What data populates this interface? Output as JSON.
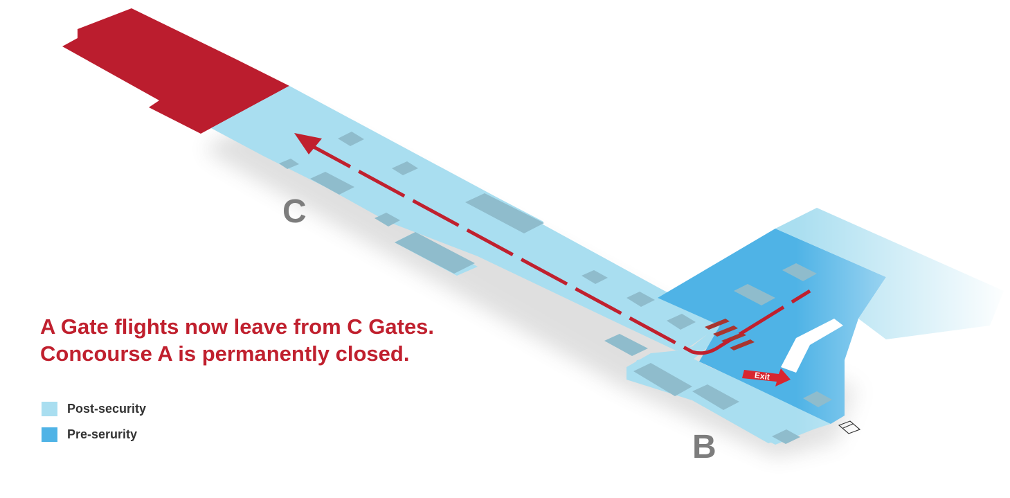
{
  "map": {
    "labels": {
      "concourse_c": "C",
      "concourse_b": "B",
      "exit": "Exit"
    },
    "headline": {
      "line1": "A Gate flights now leave from C Gates.",
      "line2": "Concourse A is permanently closed."
    },
    "legend": [
      {
        "label": "Post-security",
        "color": "#a9def0"
      },
      {
        "label": "Pre-serurity",
        "color": "#4fb3e6"
      }
    ],
    "colors": {
      "closed_area": "#bb1d2e",
      "post_security": "#a9def0",
      "pre_security": "#4fb3e6",
      "route": "#c0202e",
      "gate_block": "#8fbccc",
      "letter": "#7d7d7d"
    }
  }
}
